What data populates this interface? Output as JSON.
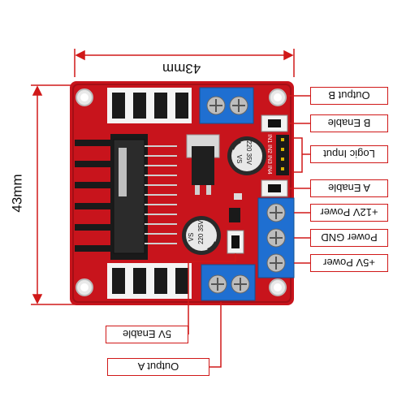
{
  "dimensions": {
    "width": "43mm",
    "height": "43mm"
  },
  "labels": {
    "output_b": "Output B",
    "b_enable": "B Enable",
    "logic_input": "Logic Input",
    "a_enable": "A Enable",
    "plus12_power": "+12V Power",
    "power_gnd": "Power GND",
    "plus5_power": "+5V Power",
    "five_v_enable": "5V Enable",
    "output_a": "Output A"
  },
  "board": {
    "pin_header_text": "IN1 IN2 IN3 IN4",
    "cap_rating": "220 35V",
    "cap_series": "VS"
  },
  "colors": {
    "board": "#c8141c",
    "annotation_line": "#d01818",
    "terminal": "#1f6fd1",
    "heatsink": "#1a1a1a"
  }
}
